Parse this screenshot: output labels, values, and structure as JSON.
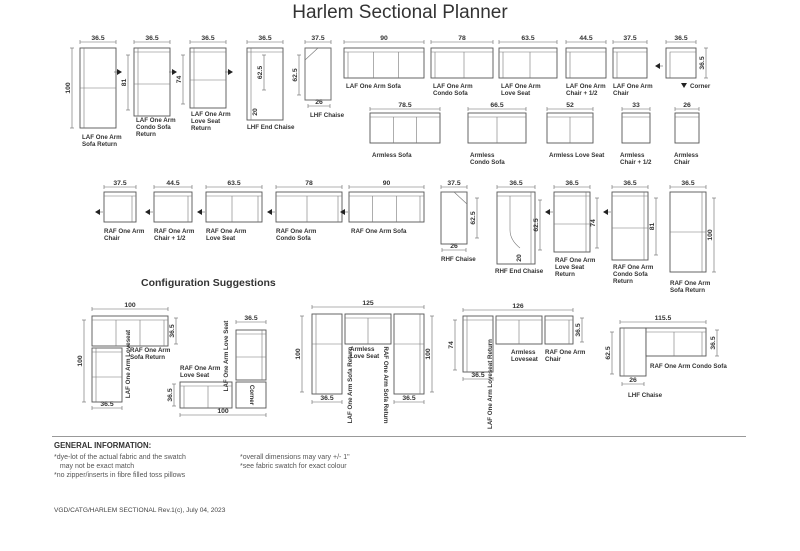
{
  "title": "Harlem Sectional Planner",
  "top_row": [
    {
      "id": "laf-return",
      "dim": "36.5",
      "side": "100",
      "label": [
        "LAF One Arm",
        "Sofa Return"
      ]
    },
    {
      "id": "laf-condo-return",
      "dim": "36.5",
      "side": "81",
      "label": [
        "LAF One Arm",
        "Condo Sofa",
        "Return"
      ]
    },
    {
      "id": "laf-love-return",
      "dim": "36.5",
      "side": "74",
      "label": [
        "LAF One Arm",
        "Love Seat",
        "Return"
      ]
    },
    {
      "id": "lhf-end-chaise",
      "dim": "36.5",
      "side": "62.5",
      "side2": "20",
      "label": [
        "LHF End Chaise"
      ]
    },
    {
      "id": "lhf-chaise",
      "dim": "37.5",
      "side": "62.5",
      "bottom": "26",
      "label": [
        "LHF Chaise"
      ]
    },
    {
      "id": "laf-sofa",
      "dim": "90",
      "label": [
        "LAF One Arm Sofa"
      ]
    },
    {
      "id": "laf-condo-sofa",
      "dim": "78",
      "label": [
        "LAF One Arm",
        "Condo Sofa"
      ]
    },
    {
      "id": "laf-love-seat",
      "dim": "63.5",
      "label": [
        "LAF One Arm",
        "Love Seat"
      ]
    },
    {
      "id": "laf-chair-half",
      "dim": "44.5",
      "label": [
        "LAF One Arm",
        "Chair + 1/2"
      ]
    },
    {
      "id": "laf-chair",
      "dim": "37.5",
      "label": [
        "LAF One Arm",
        "Chair"
      ]
    },
    {
      "id": "corner",
      "dim": "36.5",
      "side": "36.5",
      "label": [
        "Corner"
      ]
    }
  ],
  "armless_row": [
    {
      "id": "armless-sofa",
      "dim": "78.5",
      "label": [
        "Armless Sofa"
      ]
    },
    {
      "id": "armless-condo",
      "dim": "66.5",
      "label": [
        "Armless",
        "Condo Sofa"
      ]
    },
    {
      "id": "armless-love",
      "dim": "52",
      "label": [
        "Armless Love Seat"
      ]
    },
    {
      "id": "armless-chair-half",
      "dim": "33",
      "label": [
        "Armless",
        "Chair + 1/2"
      ]
    },
    {
      "id": "armless-chair",
      "dim": "26",
      "label": [
        "Armless",
        "Chair"
      ]
    }
  ],
  "raf_row": [
    {
      "id": "raf-chair",
      "dim": "37.5",
      "label": [
        "RAF One Arm",
        "Chair"
      ]
    },
    {
      "id": "raf-chair-half",
      "dim": "44.5",
      "label": [
        "RAF One Arm",
        "Chair + 1/2"
      ]
    },
    {
      "id": "raf-love-seat",
      "dim": "63.5",
      "label": [
        "RAF One Arm",
        "Love Seat"
      ]
    },
    {
      "id": "raf-condo-sofa",
      "dim": "78",
      "label": [
        "RAF One Arm",
        "Condo Sofa"
      ]
    },
    {
      "id": "raf-sofa",
      "dim": "90",
      "label": [
        "RAF One Arm Sofa"
      ]
    },
    {
      "id": "rhf-chaise",
      "dim": "37.5",
      "side": "62.5",
      "bottom": "26",
      "label": [
        "RHF Chaise"
      ]
    },
    {
      "id": "rhf-end-chaise",
      "dim": "36.5",
      "side": "62.5",
      "side2": "20",
      "label": [
        "RHF End Chaise"
      ]
    },
    {
      "id": "raf-love-return",
      "dim": "36.5",
      "side": "74",
      "label": [
        "RAF One Arm",
        "Love Seat",
        "Return"
      ]
    },
    {
      "id": "raf-condo-return",
      "dim": "36.5",
      "side": "81",
      "label": [
        "RAF One Arm",
        "Condo Sofa",
        "Return"
      ]
    },
    {
      "id": "raf-return",
      "dim": "36.5",
      "side": "100",
      "label": [
        "RAF One Arm",
        "Sofa Return"
      ]
    }
  ],
  "configuration": {
    "heading": "Configuration Suggestions",
    "c1": {
      "top": "100",
      "side_right": "36.5",
      "side_left": "100",
      "bottom": "36.5",
      "label_top": [
        "RAF One Arm",
        "Sofa Return"
      ],
      "label_left": "LAF One Arm Loveseat"
    },
    "c2": {
      "top": "36.5",
      "side_left": "36.5",
      "bottom": "100",
      "label_right": "LAF One Arm Love Seat",
      "label_bottom": [
        "RAF One Arm",
        "Love Seat"
      ],
      "label_corner": "Corner"
    },
    "c3": {
      "top": "125",
      "side_left": "100",
      "side_right": "100",
      "bottom_left": "36.5",
      "bottom_right": "36.5",
      "label_mid": [
        "Armless",
        "Love Seat"
      ],
      "label_left": "LAF One Arm Sofa Return",
      "label_right": "RAF One Arm Sofa Return"
    },
    "c4": {
      "top": "126",
      "side_left": "74",
      "side_right": "36.5",
      "bottom": "36.5",
      "label_left": "LAF One Arm Loveseat Return",
      "label_mid": [
        "Armless",
        "Loveseat"
      ],
      "label_right": [
        "RAF One Arm",
        "Chair"
      ]
    },
    "c5": {
      "top": "115.5",
      "side_left": "62.5",
      "side_right": "36.5",
      "bottom": "26",
      "label_main": "RAF One Arm Condo Sofa",
      "label_chaise": "LHF Chaise"
    }
  },
  "general": {
    "heading": "GENERAL INFORMATION:",
    "col1": "*dye-lot of the actual fabric and the swatch\n   may not be exact match\n*no zipper/inserts in fibre filled toss pillows",
    "col2": "*overall dimensions may vary +/- 1\"\n*see fabric swatch for exact colour"
  },
  "footer": "VGD/CATG/HARLEM SECTIONAL Rev.1(c), July 04, 2023"
}
